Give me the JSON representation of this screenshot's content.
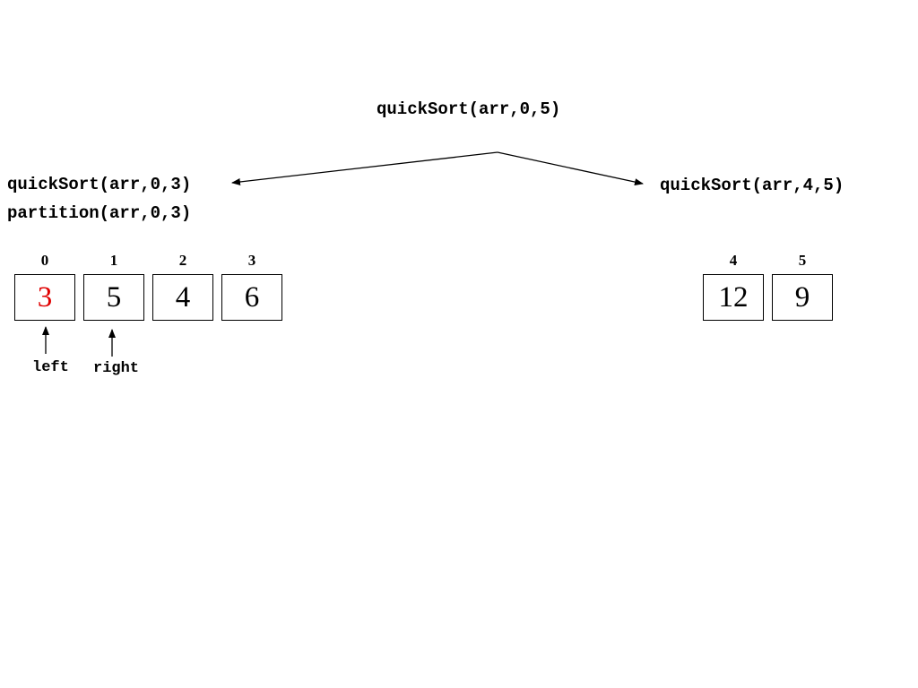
{
  "calls": {
    "root": "quickSort(arr,0,5)",
    "left_call": "quickSort(arr,0,3)",
    "left_partition": "partition(arr,0,3)",
    "right_call": "quickSort(arr,4,5)"
  },
  "left_array": {
    "indices": [
      "0",
      "1",
      "2",
      "3"
    ],
    "values": [
      "3",
      "5",
      "4",
      "6"
    ],
    "highlight_index": 0,
    "highlight_color": "#e00000"
  },
  "right_array": {
    "indices": [
      "4",
      "5"
    ],
    "values": [
      "12",
      "9"
    ]
  },
  "pointers": {
    "left": "left",
    "right": "right"
  }
}
